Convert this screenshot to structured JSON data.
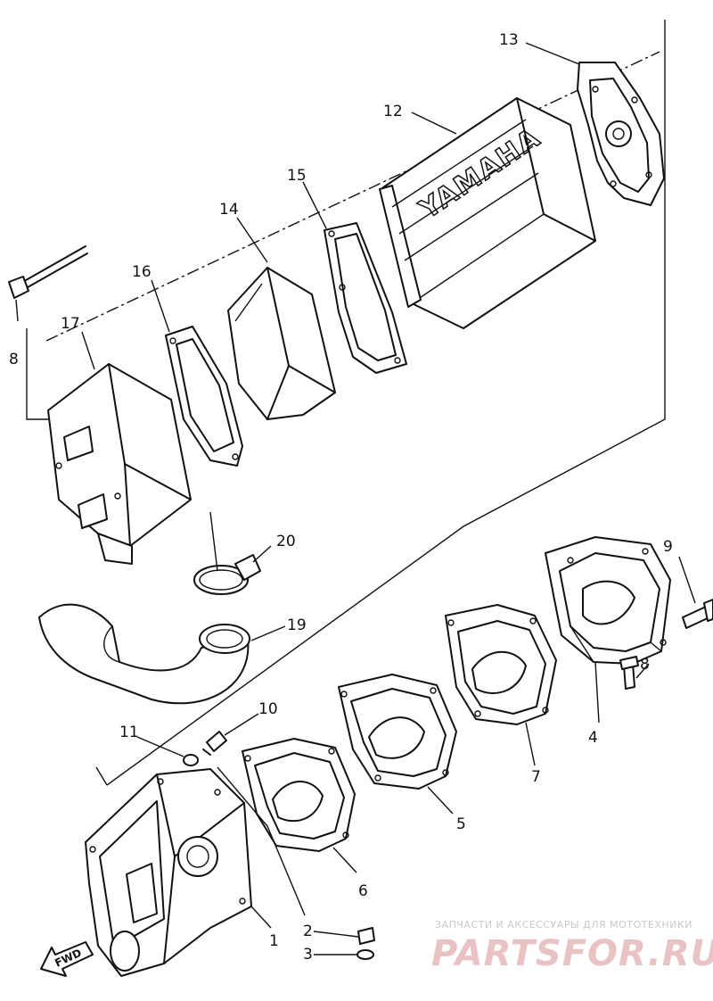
{
  "diagram": {
    "brand_lettering": "YAMAHA",
    "direction_label": "FWD",
    "part_numbers": [
      "1",
      "2",
      "3",
      "4",
      "5",
      "6",
      "7",
      "8",
      "8",
      "9",
      "10",
      "11",
      "12",
      "13",
      "14",
      "15",
      "16",
      "17",
      "19",
      "20"
    ]
  },
  "watermark": {
    "tagline": "ЗАПЧАСТИ И АКСЕССУАРЫ ДЛЯ МОТОТЕХНИКИ",
    "site": "PARTSFOR.RU"
  }
}
